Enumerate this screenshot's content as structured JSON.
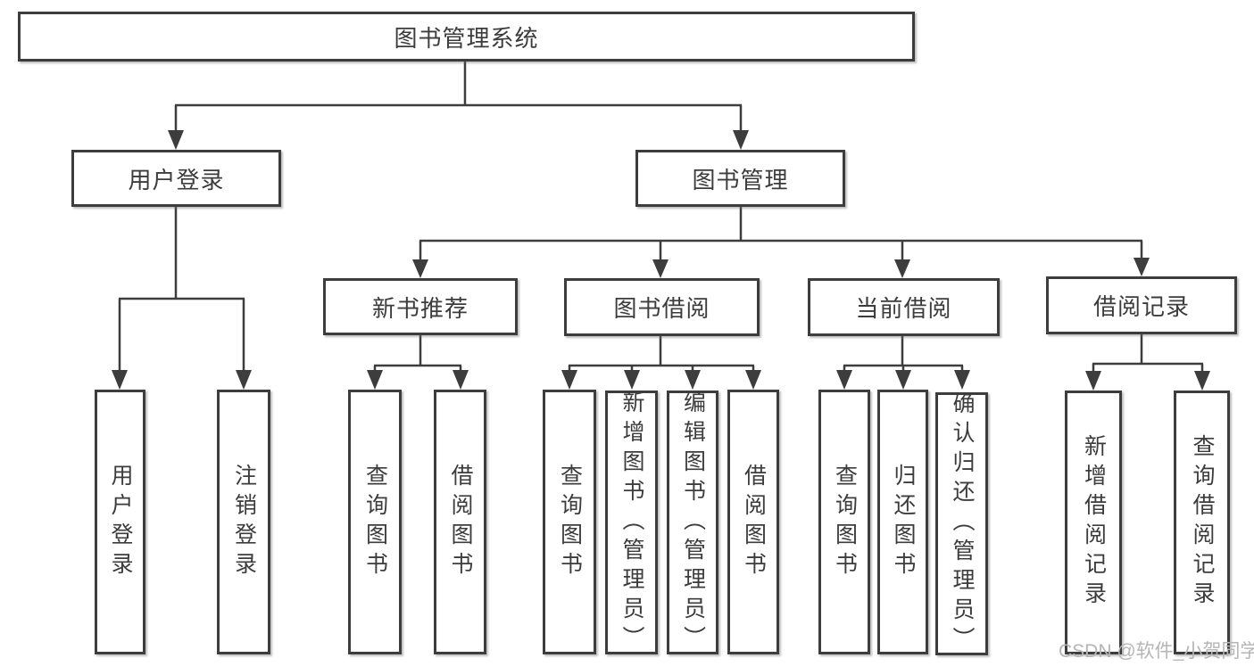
{
  "watermark": "CSDN @软件_小贺同学",
  "tree": {
    "root": {
      "label": "图书管理系统"
    },
    "children": [
      {
        "label": "用户登录",
        "leaves": [
          {
            "label": "用户登录"
          },
          {
            "label": "注销登录"
          }
        ]
      },
      {
        "label": "图书管理",
        "children": [
          {
            "label": "新书推荐",
            "leaves": [
              {
                "label": "查询图书"
              },
              {
                "label": "借阅图书"
              }
            ]
          },
          {
            "label": "图书借阅",
            "leaves": [
              {
                "label": "查询图书"
              },
              {
                "label": "新增图书（管理员）"
              },
              {
                "label": "编辑图书（管理员）"
              },
              {
                "label": "借阅图书"
              }
            ]
          },
          {
            "label": "当前借阅",
            "leaves": [
              {
                "label": "查询图书"
              },
              {
                "label": "归还图书"
              },
              {
                "label": "确认归还（管理员）"
              }
            ]
          },
          {
            "label": "借阅记录",
            "leaves": [
              {
                "label": "新增借阅记录"
              },
              {
                "label": "查询借阅记录"
              }
            ]
          }
        ]
      }
    ]
  }
}
